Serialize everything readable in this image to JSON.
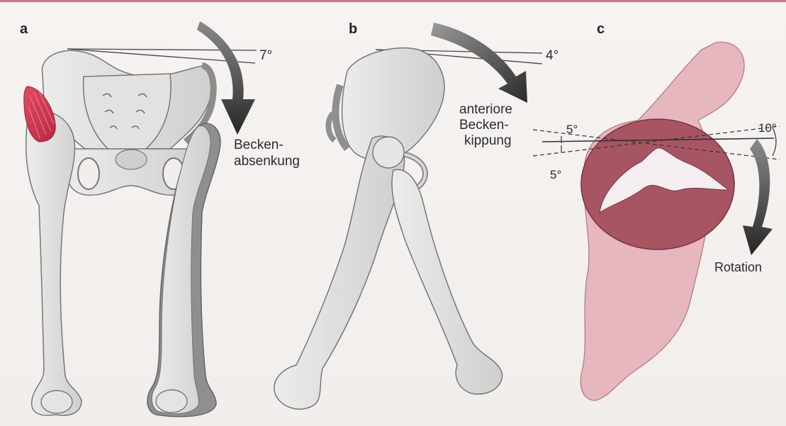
{
  "panels": {
    "a": {
      "letter": "a",
      "angle": "7°",
      "caption_line1": "Becken-",
      "caption_line2": "absenkung"
    },
    "b": {
      "letter": "b",
      "angle": "4°",
      "caption_line1": "anteriore",
      "caption_line2": "Becken-",
      "caption_line3": "kippung"
    },
    "c": {
      "letter": "c",
      "angle_top": "5°",
      "angle_bottom": "5°",
      "angle_right": "10°",
      "caption": "Rotation"
    }
  },
  "colors": {
    "bone": "#d9d9d7",
    "bone_dark": "#9a9a98",
    "muscle": "#d63a52",
    "tissue": "#e6b2bb",
    "section": "#a85563",
    "arrow": "#2e2e2e"
  }
}
